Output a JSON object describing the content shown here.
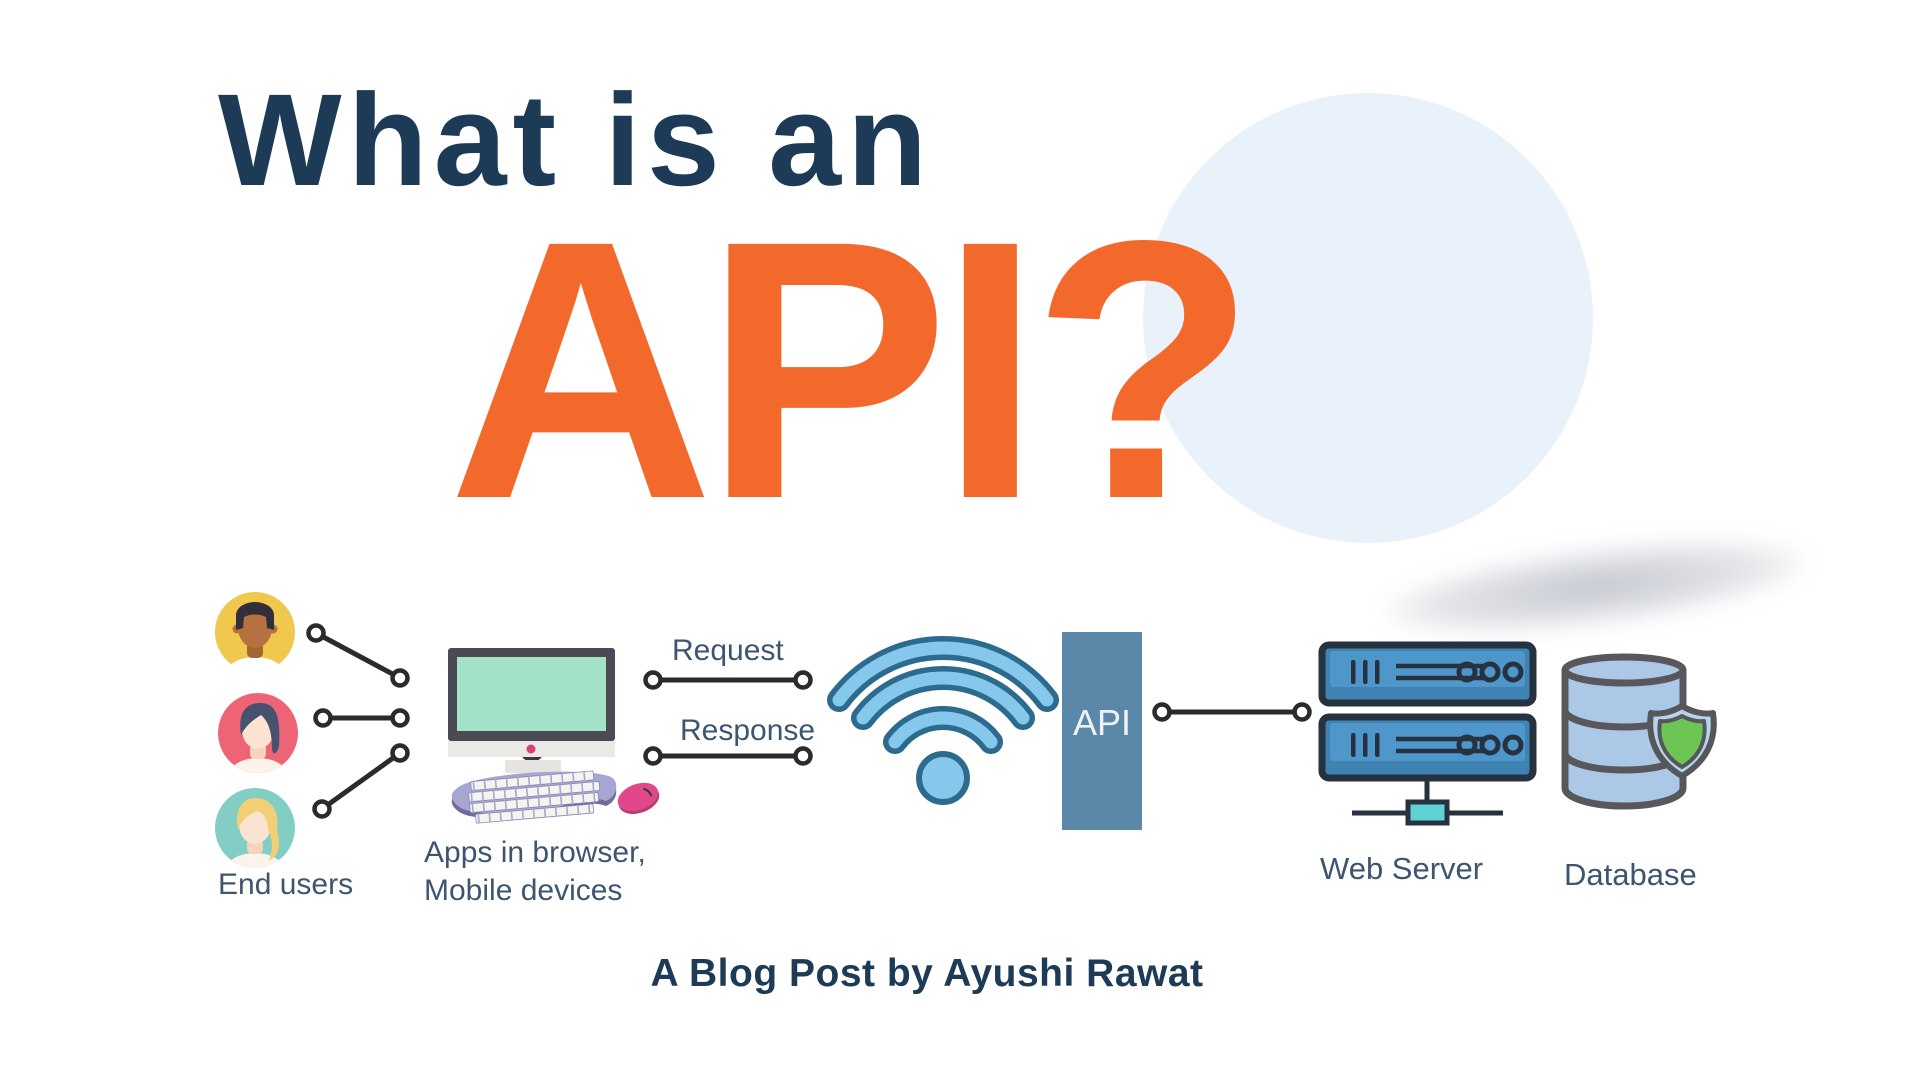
{
  "title": {
    "line1": "What is an",
    "line2": "API?"
  },
  "labels": {
    "end_users": "End users",
    "apps_line1": "Apps in browser,",
    "apps_line2": "Mobile devices",
    "request": "Request",
    "response": "Response",
    "api": "API",
    "web_server": "Web Server",
    "database": "Database"
  },
  "credit": "A Blog Post by Ayushi Rawat",
  "colors": {
    "title_navy": "#1d3a57",
    "title_orange": "#f2692b",
    "label_slate": "#3e5570",
    "bg_circle_blue": "#e9f2fa",
    "connector_black": "#2b2b2b",
    "api_box_blue": "#5b87a9",
    "wifi_fill": "#85c8ec",
    "wifi_stroke": "#2d6b8e",
    "server_fill": "#4f96ca",
    "server_stroke": "#263240",
    "switch_teal": "#5fd3d3",
    "database_fill": "#abc9e6",
    "shield_green": "#6dc653",
    "avatar_yellow": "#f0c84e",
    "avatar_pink": "#ec6476",
    "avatar_teal": "#82cec4",
    "monitor_screen_mint": "#a3e2c7",
    "keyboard_lavender": "#a7a5d2",
    "mouse_pink": "#e2478b"
  }
}
